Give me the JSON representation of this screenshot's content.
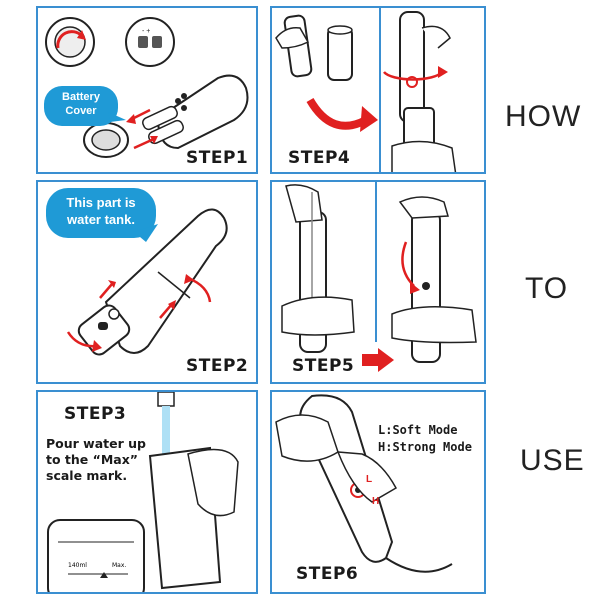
{
  "side_words": [
    "HOW",
    "TO",
    "USE"
  ],
  "steps": {
    "step1": {
      "label": "STEP1",
      "bubble": "Battery\nCover"
    },
    "step2": {
      "label": "STEP2",
      "bubble": "This part is\nwater tank."
    },
    "step3": {
      "label": "STEP3",
      "text": [
        "Pour water up",
        "to the “Max”",
        "scale mark."
      ],
      "scale_value": "140ml",
      "scale_max": "Max."
    },
    "step4": {
      "label": "STEP4"
    },
    "step5": {
      "label": "STEP5"
    },
    "step6": {
      "label": "STEP6",
      "modes": [
        "L:Soft Mode",
        "H:Strong Mode"
      ],
      "l_mark": "L",
      "h_mark": "H"
    }
  },
  "colors": {
    "panel_border": "#3a8fd1",
    "bubble": "#1f9ad6",
    "arrow_red": "#e02020"
  }
}
